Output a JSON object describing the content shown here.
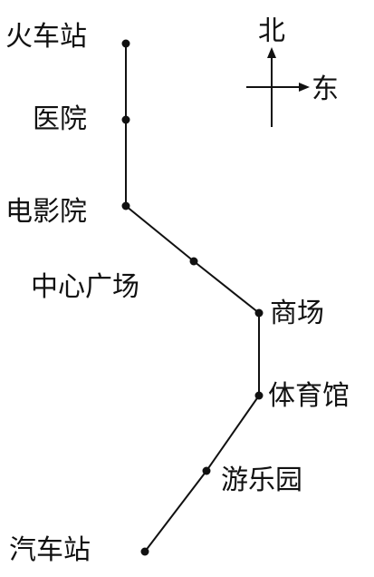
{
  "colors": {
    "ink": "#111111",
    "background": "#ffffff"
  },
  "compass": {
    "north_label": "北",
    "east_label": "东"
  },
  "stops": [
    {
      "id": "train-station",
      "label": "火车站"
    },
    {
      "id": "hospital",
      "label": "医院"
    },
    {
      "id": "cinema",
      "label": "电影院"
    },
    {
      "id": "central-square",
      "label": "中心广场"
    },
    {
      "id": "mall",
      "label": "商场"
    },
    {
      "id": "stadium",
      "label": "体育馆"
    },
    {
      "id": "amusement-park",
      "label": "游乐园"
    },
    {
      "id": "bus-station",
      "label": "汽车站"
    }
  ]
}
